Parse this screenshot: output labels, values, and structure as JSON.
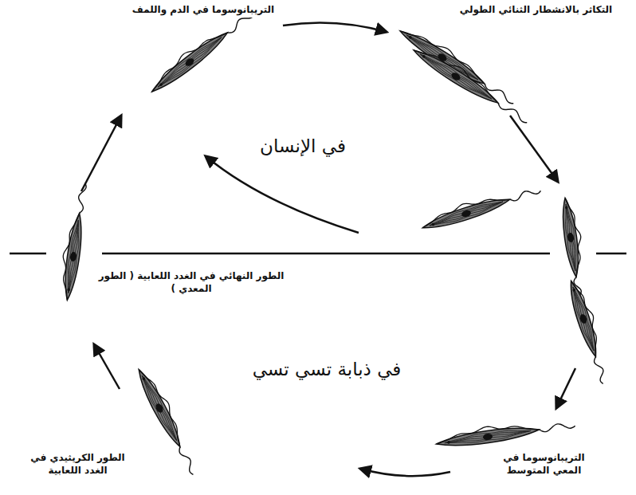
{
  "diagram": {
    "labels": [
      "التريبانوسوما في الدم واللمف",
      "التكاثر بالانشطار الثنائي الطولي",
      "في الإنسان",
      "الطور النهائي في الغدد اللعابية ( الطور المعدي )",
      "في ذبابة تسي تسي",
      "الطور الكريثيدي في الغدد اللعابية",
      "التريبانوسوما في المعي المتوسط"
    ]
  }
}
